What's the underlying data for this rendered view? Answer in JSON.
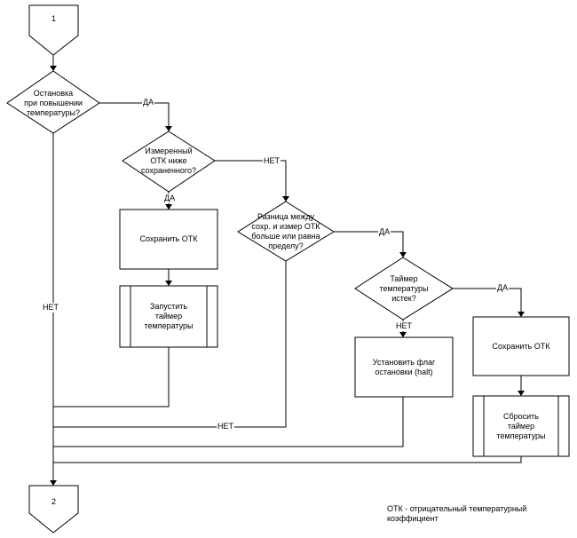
{
  "connectors": {
    "top": "1",
    "bottom": "2"
  },
  "nodes": {
    "stop_on_temp_rise": "Остановка\nпри повышении\nтемпературы?",
    "measured_ntc_lower": "Измеренный\nОТК ниже\nсохраненного?",
    "save_ntc_left": "Сохранить ОТК",
    "start_timer": "Запустить\nтаймер\nтемпературы",
    "difference_check": "Разница между\nсохр. и измер ОТК\nбольше или равна\nпределу?",
    "timer_expired": "Таймер\nтемпературы\nистек?",
    "set_halt_flag": "Установить флаг\nостановки (halt)",
    "save_ntc_right": "Сохранить ОТК",
    "reset_timer": "Сбросить\nтаймер\nтемпературы"
  },
  "edge_labels": {
    "yes1": "ДА",
    "no_main": "НЕТ",
    "yes2": "ДА",
    "no2": "НЕТ",
    "yes3": "ДА",
    "no3": "НЕТ",
    "yes4": "ДА",
    "no4": "НЕТ"
  },
  "footnote": "ОТК - отрицательный температурный\nкоэффициент"
}
